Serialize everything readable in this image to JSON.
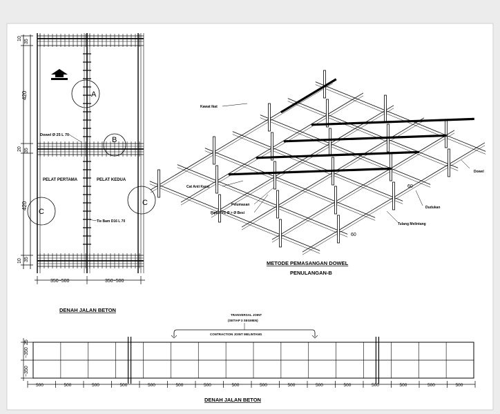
{
  "plan": {
    "title": "DENAH JALAN BETON",
    "dim_top_10": "10",
    "dim_top_35": "35",
    "dim_420_a": "420",
    "dim_20": "20",
    "dim_35_mid": "35",
    "dim_420_b": "420",
    "dim_bottom_10": "10",
    "dim_bottom_35": "35",
    "dim_width_left": "350~500",
    "dim_width_right": "350~500",
    "dowel_label": "Dowel Ø 25 L 70",
    "tie_bar_label": "Tie Bam D16 L 70",
    "slab_first": "PELAT PERTAMA",
    "slab_second": "PELAT KEDUA",
    "marker_a": "A",
    "marker_b": "B",
    "marker_c_left": "C",
    "marker_c_right": "C"
  },
  "iso": {
    "title": "METODE PEMASANGAN DOWEL",
    "subtitle": "PENULANGAN-B",
    "label_kawat_ikat": "Kawat Ikat",
    "label_cat_anti_karat": "Cat Anti Karat",
    "label_pelumasan": "Pelumasan",
    "label_pipa_pvc": "Pipa PVC Ø > Ø  Besi",
    "label_dowel": "Dowel",
    "label_dudukan": "Dudukan",
    "label_tulang_melintang": "Tulang Melintang",
    "dim_60_a": "60",
    "dim_60_b": "60"
  },
  "strip": {
    "title": "DENAH JALAN BETON",
    "transversal_line1": "TRANVERSAL JOINT",
    "transversal_line2": "(SETIAP 3 SEGMEN)",
    "contraction_label": "CONTRACTION JOINT MELINTANG",
    "dim_25": "25",
    "dim_350_top": "~350",
    "dim_350_bottom": "~350",
    "segment_dims": [
      "500",
      "500",
      "500",
      "500",
      "500",
      "500",
      "500",
      "500",
      "500",
      "500",
      "500",
      "500",
      "500",
      "500",
      "500",
      "500"
    ]
  }
}
